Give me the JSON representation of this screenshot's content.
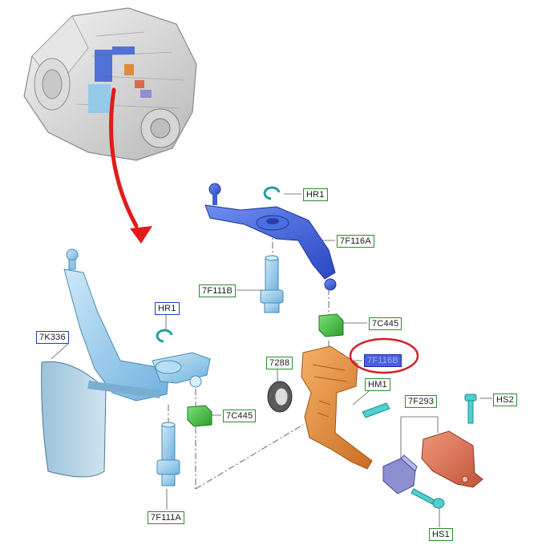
{
  "parts": {
    "hr1_top": "HR1",
    "lever_7f116a": "7F116A",
    "shaft_7f111b": "7F111B",
    "block_7c445_top": "7C445",
    "highlight_7f116b": "7F116B",
    "seal_7288": "7288",
    "pin_hm1": "HM1",
    "group_7f293": "7F293",
    "bolt_hs2": "HS2",
    "bolt_hs1": "HS1",
    "cover_7k336": "7K336",
    "hr1_left": "HR1",
    "block_7c445_left": "7C445",
    "shaft_7f111a": "7F111A"
  },
  "colors": {
    "lever_blue": "#3a5fd6",
    "light_blue": "#8ec8ea",
    "orange": "#e08a3a",
    "green": "#3fbf3f",
    "salmon": "#d96a4e",
    "lavender": "#8c8fd0",
    "arrow_red": "#e21b1b",
    "circle_red": "#d4202a",
    "label_border": "#2e8b2e",
    "highlight_fill": "#4a5fe0"
  }
}
